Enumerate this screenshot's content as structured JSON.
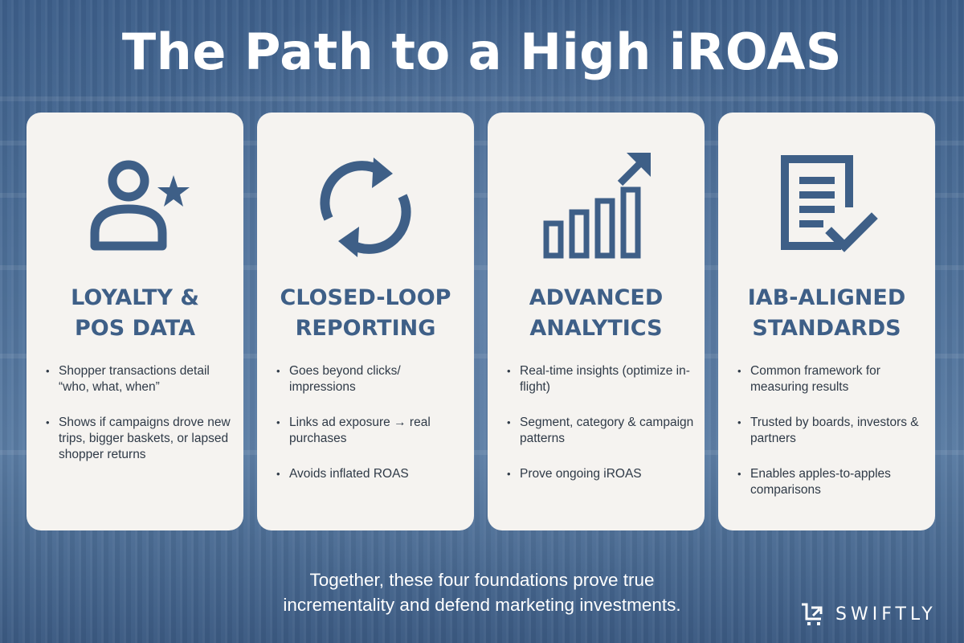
{
  "title": "The Path to a High iROAS",
  "colors": {
    "accent": "#3e5f87",
    "card_bg": "#f5f3f0",
    "text": "#2f3a47",
    "background": "#4a6a92"
  },
  "cards": [
    {
      "icon": "user-star-icon",
      "title_line1": "LOYALTY &",
      "title_line2": "POS DATA",
      "bullets": [
        "Shopper transactions detail “who, what, when”",
        "Shows if campaigns drove new trips, bigger baskets, or lapsed shopper returns"
      ]
    },
    {
      "icon": "refresh-cycle-icon",
      "title_line1": "CLOSED-LOOP",
      "title_line2": "REPORTING",
      "bullets": [
        "Goes beyond clicks/ impressions",
        "Links ad exposure → real purchases",
        "Avoids inflated ROAS"
      ]
    },
    {
      "icon": "bar-chart-growth-icon",
      "title_line1": "ADVANCED",
      "title_line2": "ANALYTICS",
      "bullets": [
        "Real-time insights (optimize in-flight)",
        "Segment, category & campaign patterns",
        "Prove ongoing iROAS"
      ]
    },
    {
      "icon": "document-check-icon",
      "title_line1": "IAB-ALIGNED",
      "title_line2": "STANDARDS",
      "bullets": [
        "Common framework for measuring results",
        "Trusted by boards, investors & partners",
        "Enables apples-to-apples comparisons"
      ]
    }
  ],
  "footer": {
    "line1": "Together, these four foundations prove true",
    "line2": "incrementality and defend marketing investments."
  },
  "brand": {
    "name": "SWIFTLY",
    "icon": "cart-logo-icon"
  }
}
